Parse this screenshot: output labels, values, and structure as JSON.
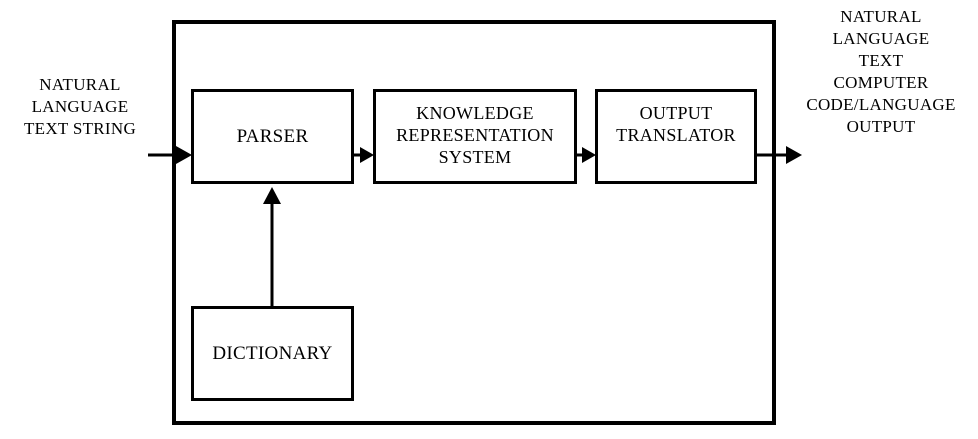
{
  "input_label": "NATURAL\nLANGUAGE\nTEXT STRING",
  "output_label": "NATURAL\nLANGUAGE\nTEXT\nCOMPUTER\nCODE/LANGUAGE\nOUTPUT",
  "boxes": {
    "parser": "PARSER",
    "krs": "KNOWLEDGE\nREPRESENTATION\nSYSTEM",
    "translator": "OUTPUT\nTRANSLATOR",
    "dictionary": "DICTIONARY"
  },
  "colors": {
    "line": "#000000",
    "background": "#ffffff"
  }
}
